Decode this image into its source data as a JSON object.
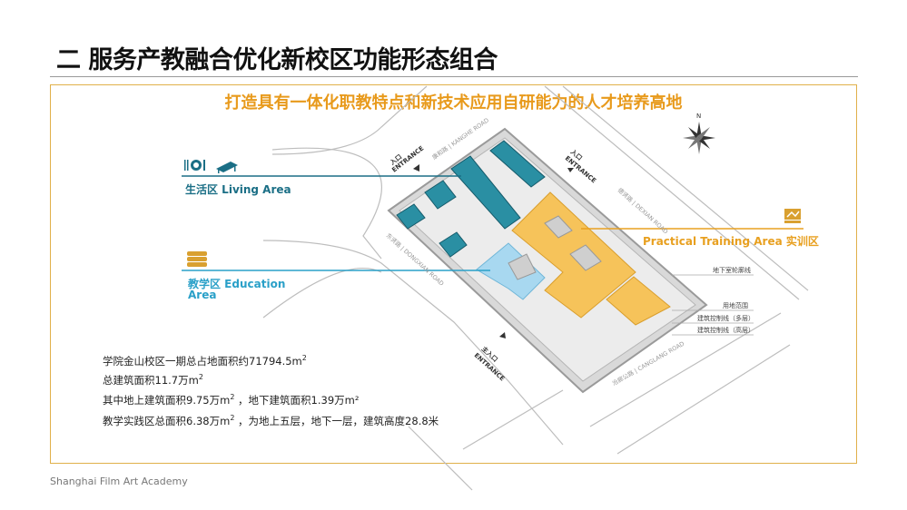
{
  "header": {
    "title": "二 服务产教融合优化新校区功能形态组合"
  },
  "subtitle": "打造具有一体化职教特点和新技术应用自研能力的人才培养高地",
  "zones": {
    "living": {
      "label": "生活区  Living Area",
      "color": "#1b6f86",
      "icons": [
        "dining-icon",
        "bed-icon"
      ]
    },
    "education": {
      "label_line1": "教学区  Education",
      "label_line2": "Area",
      "color": "#2aa0c8",
      "icon": "books-icon"
    },
    "practical": {
      "label": "Practical Training  Area 实训区",
      "color": "#e8a020",
      "icon": "training-icon"
    }
  },
  "map": {
    "entrances": {
      "entry": "入口",
      "entry_en": "ENTRANCE",
      "main_entry": "主入口"
    },
    "roads": {
      "kanghe": "康和路 | KANGHE ROAD",
      "dexian": "德贤路 | DEXIAN ROAD",
      "dongxian": "东贤路 | DONGXIAN ROAD",
      "canglang": "沧廊公路 | CANGLANG ROAD"
    },
    "legend": [
      "地下室轮廓线",
      "用地范围",
      "建筑控制线（多层）",
      "建筑控制线（高层）"
    ],
    "compass": "N"
  },
  "stats": [
    {
      "text": "学院金山校区一期总占地面积约71794.5m",
      "sup": "2",
      "tail": ""
    },
    {
      "text": "总建筑面积11.7万m",
      "sup": "2",
      "tail": ""
    },
    {
      "text": "其中地上建筑面积9.75万m",
      "sup": "2",
      "tail": " ，地下建筑面积1.39万m²"
    },
    {
      "text": "教学实践区总面积6.38万m",
      "sup": "2",
      "tail": " ，为地上五层，地下一层，建筑高度28.8米"
    }
  ],
  "footer": "Shanghai Film Art Academy"
}
